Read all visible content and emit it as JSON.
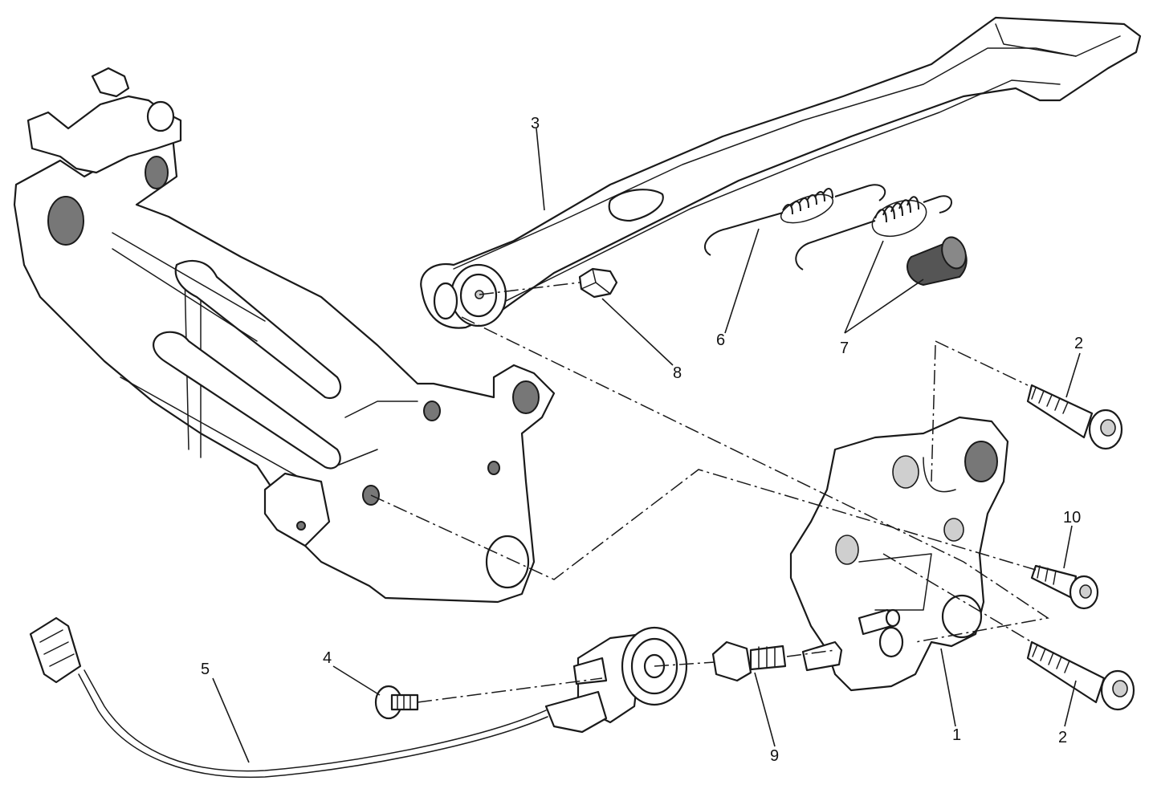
{
  "diagram": {
    "callouts": [
      {
        "id": "1",
        "text": "1"
      },
      {
        "id": "2a",
        "text": "2"
      },
      {
        "id": "2b",
        "text": "2"
      },
      {
        "id": "3",
        "text": "3"
      },
      {
        "id": "4",
        "text": "4"
      },
      {
        "id": "5",
        "text": "5"
      },
      {
        "id": "6",
        "text": "6"
      },
      {
        "id": "7",
        "text": "7"
      },
      {
        "id": "8",
        "text": "8"
      },
      {
        "id": "9",
        "text": "9"
      },
      {
        "id": "10",
        "text": "10"
      }
    ],
    "colors": {
      "line": "#1a1a1a",
      "shade": "#777777",
      "background": "#ffffff"
    }
  }
}
